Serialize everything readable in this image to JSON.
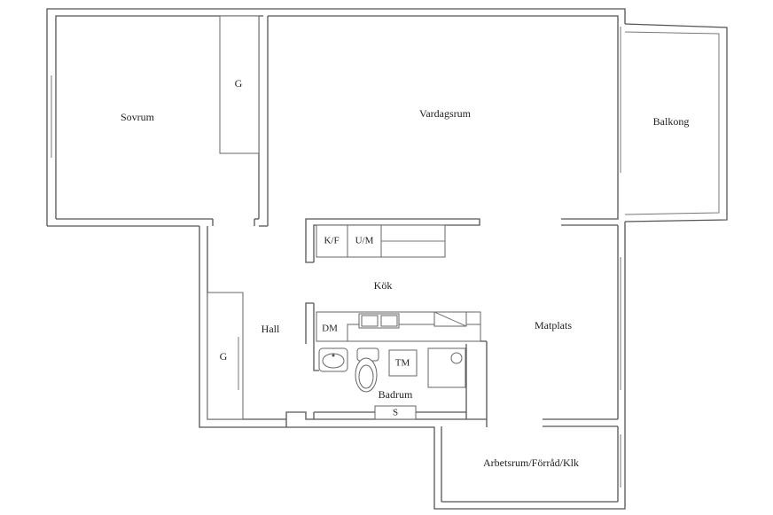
{
  "rooms": {
    "sovrum": "Sovrum",
    "garderob": "G",
    "vardagsrum": "Vardagsrum",
    "balkong": "Balkong",
    "kok": "Kök",
    "hall": "Hall",
    "matplats": "Matplats",
    "badrum": "Badrum",
    "arbetsrum": "Arbetsrum/Förråd/Klk"
  },
  "fixtures": {
    "kyl_frys": "K/F",
    "ugn_mikro": "U/M",
    "diskmaskin": "DM",
    "tvattmaskin": "TM",
    "skap": "S"
  }
}
